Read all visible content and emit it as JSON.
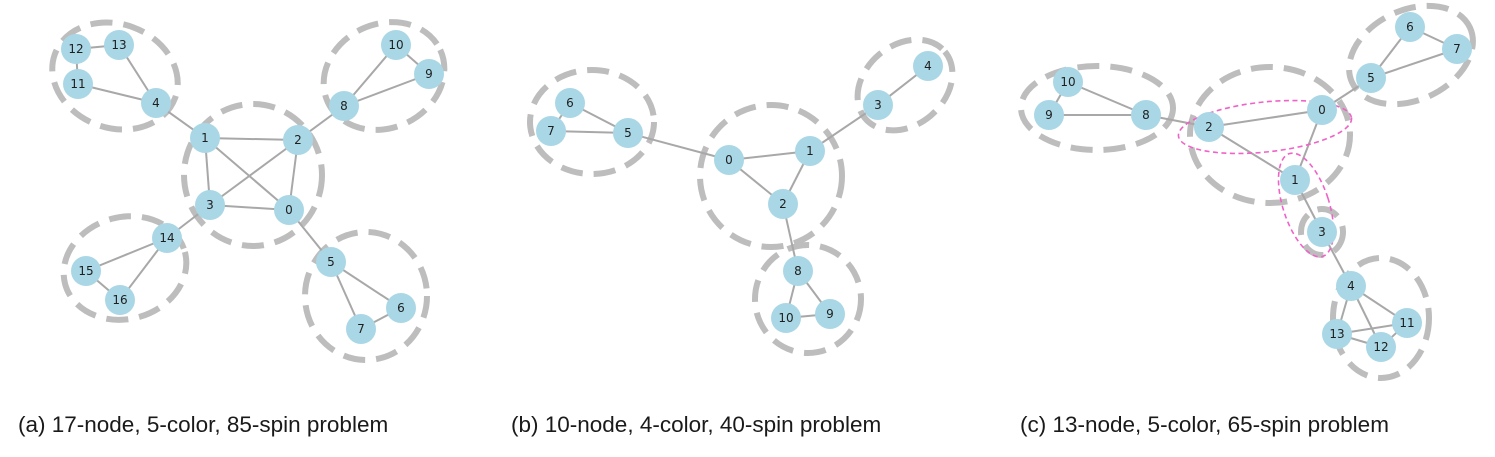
{
  "panels": [
    {
      "caption": "(a) 17-node, 5-color, 85-spin problem",
      "nodes": [
        "0",
        "1",
        "2",
        "3",
        "4",
        "5",
        "6",
        "7",
        "8",
        "9",
        "10",
        "11",
        "12",
        "13",
        "14",
        "15",
        "16"
      ],
      "edges": [
        [
          "0",
          "1"
        ],
        [
          "0",
          "2"
        ],
        [
          "0",
          "3"
        ],
        [
          "1",
          "2"
        ],
        [
          "1",
          "3"
        ],
        [
          "2",
          "3"
        ],
        [
          "1",
          "4"
        ],
        [
          "4",
          "11"
        ],
        [
          "4",
          "13"
        ],
        [
          "11",
          "12"
        ],
        [
          "12",
          "13"
        ],
        [
          "2",
          "8"
        ],
        [
          "8",
          "9"
        ],
        [
          "8",
          "10"
        ],
        [
          "9",
          "10"
        ],
        [
          "0",
          "5"
        ],
        [
          "5",
          "6"
        ],
        [
          "5",
          "7"
        ],
        [
          "6",
          "7"
        ],
        [
          "3",
          "14"
        ],
        [
          "14",
          "15"
        ],
        [
          "14",
          "16"
        ],
        [
          "15",
          "16"
        ]
      ],
      "clusters": [
        [
          "11",
          "12",
          "13",
          "4"
        ],
        [
          "10",
          "9",
          "8"
        ],
        [
          "1",
          "2",
          "3",
          "0"
        ],
        [
          "14",
          "15",
          "16"
        ],
        [
          "5",
          "6",
          "7"
        ]
      ],
      "highlighted_clusters": []
    },
    {
      "caption": "(b) 10-node, 4-color, 40-spin problem",
      "nodes": [
        "0",
        "1",
        "2",
        "3",
        "4",
        "5",
        "6",
        "7",
        "8",
        "9",
        "10"
      ],
      "edges": [
        [
          "0",
          "1"
        ],
        [
          "0",
          "2"
        ],
        [
          "1",
          "2"
        ],
        [
          "0",
          "5"
        ],
        [
          "5",
          "6"
        ],
        [
          "5",
          "7"
        ],
        [
          "6",
          "7"
        ],
        [
          "1",
          "3"
        ],
        [
          "3",
          "4"
        ],
        [
          "2",
          "8"
        ],
        [
          "8",
          "9"
        ],
        [
          "8",
          "10"
        ],
        [
          "9",
          "10"
        ]
      ],
      "clusters": [
        [
          "6",
          "7",
          "5"
        ],
        [
          "0",
          "1",
          "2"
        ],
        [
          "3",
          "4"
        ],
        [
          "8",
          "9",
          "10"
        ]
      ],
      "highlighted_clusters": []
    },
    {
      "caption": "(c) 13-node, 5-color, 65-spin problem",
      "nodes": [
        "0",
        "1",
        "2",
        "3",
        "4",
        "5",
        "6",
        "7",
        "8",
        "9",
        "10",
        "11",
        "12",
        "13"
      ],
      "edges": [
        [
          "0",
          "1"
        ],
        [
          "0",
          "2"
        ],
        [
          "1",
          "2"
        ],
        [
          "0",
          "5"
        ],
        [
          "5",
          "6"
        ],
        [
          "5",
          "7"
        ],
        [
          "6",
          "7"
        ],
        [
          "2",
          "8"
        ],
        [
          "8",
          "9"
        ],
        [
          "8",
          "10"
        ],
        [
          "9",
          "10"
        ],
        [
          "1",
          "3"
        ],
        [
          "3",
          "4"
        ],
        [
          "4",
          "11"
        ],
        [
          "4",
          "12"
        ],
        [
          "4",
          "13"
        ],
        [
          "11",
          "12"
        ],
        [
          "12",
          "13"
        ],
        [
          "11",
          "13"
        ]
      ],
      "clusters": [
        [
          "10",
          "9",
          "8"
        ],
        [
          "0",
          "1",
          "2"
        ],
        [
          "5",
          "6",
          "7"
        ],
        [
          "3"
        ],
        [
          "4",
          "11",
          "12",
          "13"
        ]
      ],
      "highlighted_clusters": [
        [
          "2",
          "0"
        ],
        [
          "1",
          "3"
        ]
      ]
    }
  ]
}
